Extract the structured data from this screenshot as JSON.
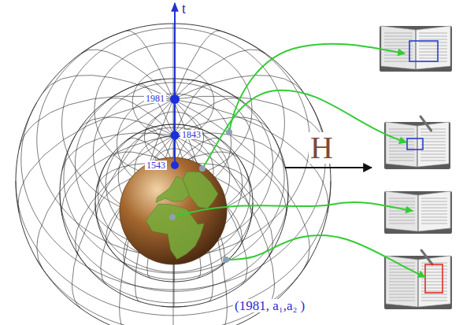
{
  "diagram": {
    "labels": [
      "t",
      "1981",
      "1843",
      "1543",
      "H",
      "(1981, a₁,a₂ )"
    ]
  }
}
